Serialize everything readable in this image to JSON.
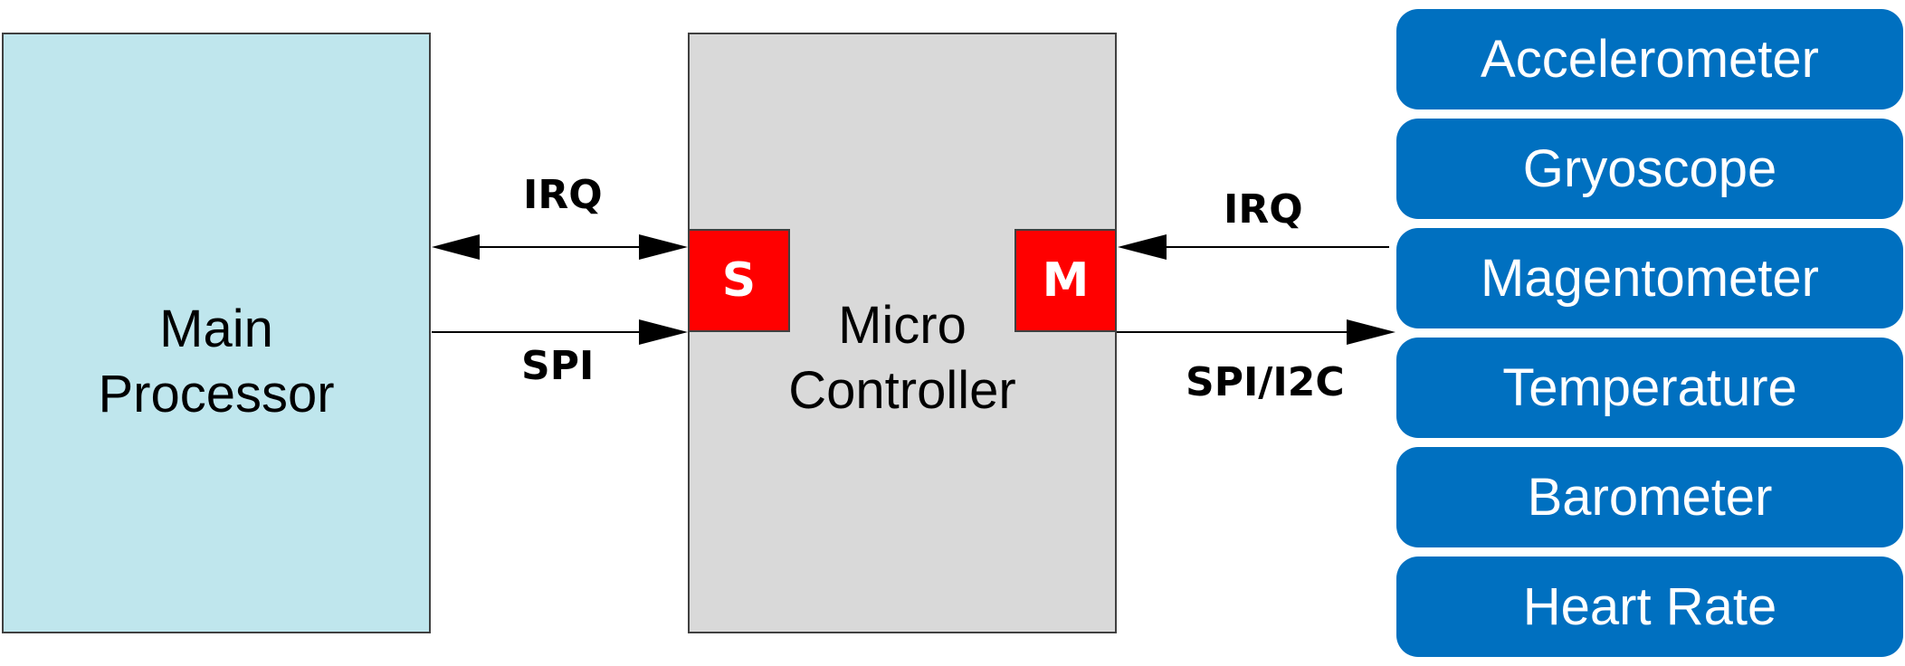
{
  "main_processor": {
    "label_lines": [
      "Main",
      "Processor"
    ]
  },
  "micro_controller": {
    "label_lines": [
      "Micro",
      "Controller"
    ],
    "slave_port": "S",
    "master_port": "M"
  },
  "left_link": {
    "irq_label": "IRQ",
    "bus_label": "SPI"
  },
  "right_link": {
    "irq_label": "IRQ",
    "bus_label": "SPI/I2C"
  },
  "sensors": [
    "Accelerometer",
    "Gryoscope",
    "Magentometer",
    "Temperature",
    "Barometer",
    "Heart Rate"
  ],
  "colors": {
    "main_processor_fill": "#bfe6ed",
    "micro_controller_fill": "#d9d9d9",
    "port_fill": "#ff0000",
    "sensor_fill": "#0070c0"
  }
}
